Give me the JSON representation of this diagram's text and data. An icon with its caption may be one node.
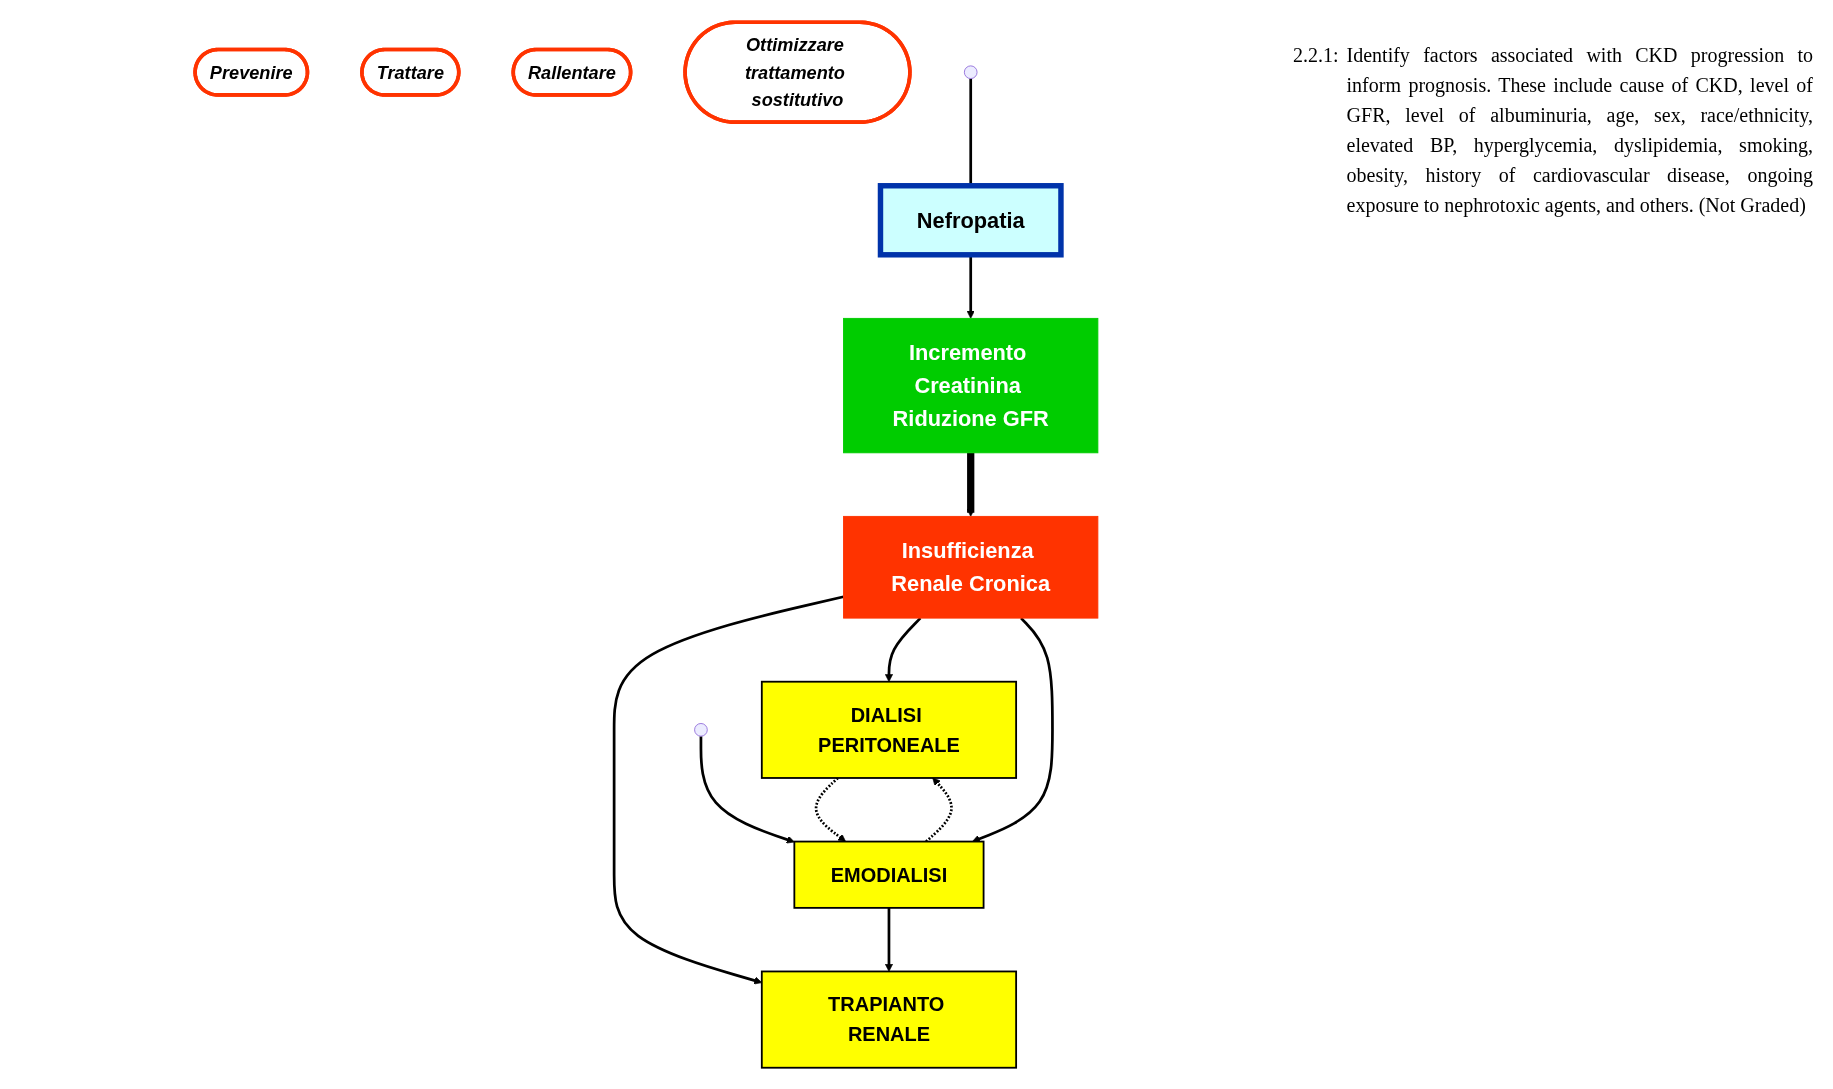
{
  "diagram": {
    "nodes": [
      {
        "text": [
          "Prevenire"
        ]
      },
      {
        "text": [
          "Trattare"
        ]
      },
      {
        "text": [
          "Nefropatia"
        ]
      },
      {
        "text": [
          "Incremento Creatinina Riduzione GFR"
        ]
      },
      {
        "text": [
          "Rallentare"
        ]
      },
      {
        "text": [
          "Ottimizzare trattamento sostitutivo"
        ]
      },
      {
        "text": [
          "Insufficienza Renale Cronica"
        ]
      },
      {
        "text": [
          "TRAPIANTO RENALE"
        ]
      },
      {
        "text": [
          "DIALISI PERITONEALE"
        ]
      },
      {
        "text": [
          "EMODIALISI"
        ]
      }
    ],
    "edges": [
      {
        "from": null,
        "to": 2,
        "arrow": "none"
      },
      {
        "from": 2,
        "to": 3,
        "arrow": "to"
      },
      {
        "from": 3,
        "to": 6,
        "arrow": "to",
        "style": "thick"
      },
      {
        "from": 6,
        "to": 7,
        "arrow": "to"
      },
      {
        "from": 6,
        "to": 8,
        "arrow": "to"
      },
      {
        "from": 6,
        "to": 9,
        "arrow": "to"
      },
      {
        "from": 8,
        "to": 9,
        "arrow": "to",
        "style": "dashed"
      },
      {
        "from": 9,
        "to": 8,
        "arrow": "to",
        "style": "dashed"
      },
      {
        "from": 9,
        "to": 7,
        "arrow": "to"
      },
      {
        "from": null,
        "to": 9,
        "arrow": "to"
      }
    ],
    "labels": [
      "2.2.1:",
      "Identify factors associated with CKD progression to inform prognosis. These include cause of CKD, level of GFR, level of albuminuria, age, sex, race/ethnicity, elevated BP, hyperglycemia, dyslipidemia, smoking, obesity, history of cardiovascular disease, ongoing exposure to nephrotoxic agents, and others. (Not Graded)"
    ]
  }
}
